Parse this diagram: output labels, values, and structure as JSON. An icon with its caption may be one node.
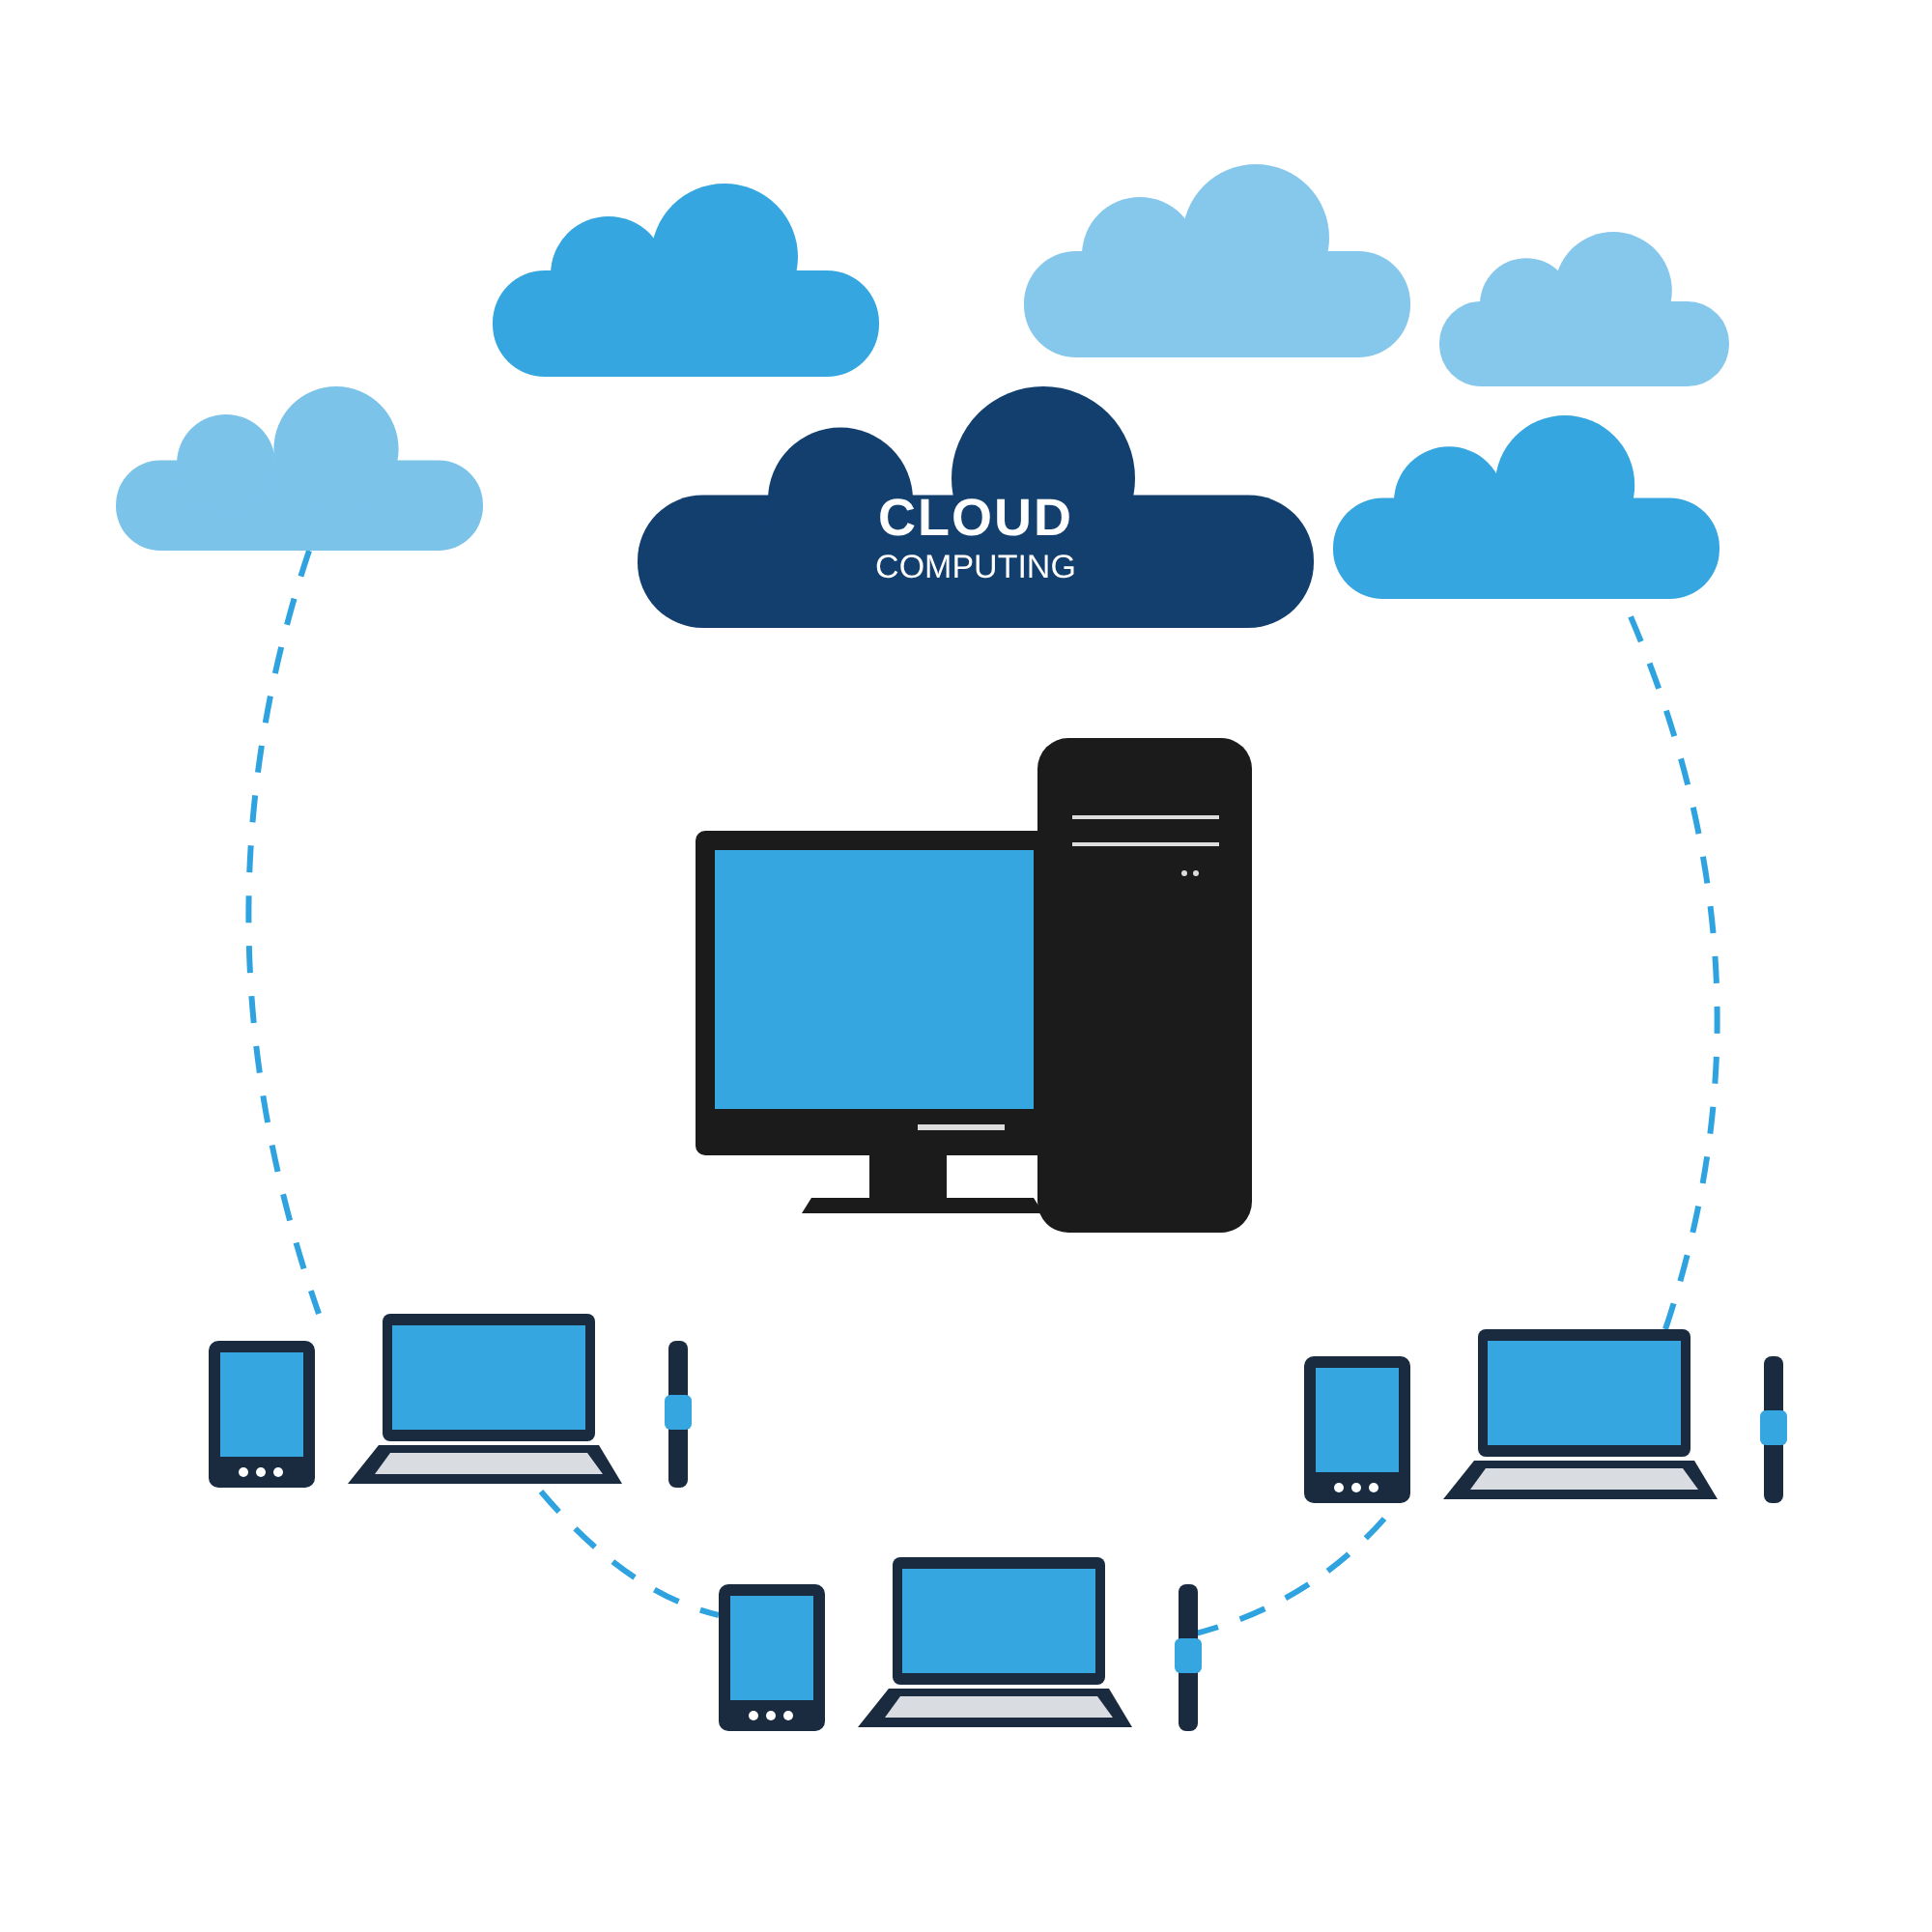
{
  "diagram": {
    "nodes": [
      {
        "text": [
          "CLOUD",
          "COMPUTING"
        ]
      },
      {
        "text": [],
        "shape": "cloud"
      },
      {
        "text": [],
        "shape": "cloud"
      },
      {
        "text": [],
        "shape": "cloud"
      },
      {
        "text": [],
        "shape": "cloud"
      },
      {
        "text": [],
        "shape": "cloud"
      },
      {
        "text": [],
        "shape": "devices"
      },
      {
        "text": [],
        "shape": "devices"
      },
      {
        "text": [],
        "shape": "devices"
      }
    ],
    "edges": [
      {
        "from": 1,
        "to": 6,
        "arrow": "none",
        "style": "dashed"
      },
      {
        "from": 6,
        "to": 7,
        "arrow": "none",
        "style": "dashed"
      },
      {
        "from": 7,
        "to": 8,
        "arrow": "none",
        "style": "dashed"
      },
      {
        "from": 8,
        "to": 4,
        "arrow": "none",
        "style": "dashed"
      }
    ]
  }
}
